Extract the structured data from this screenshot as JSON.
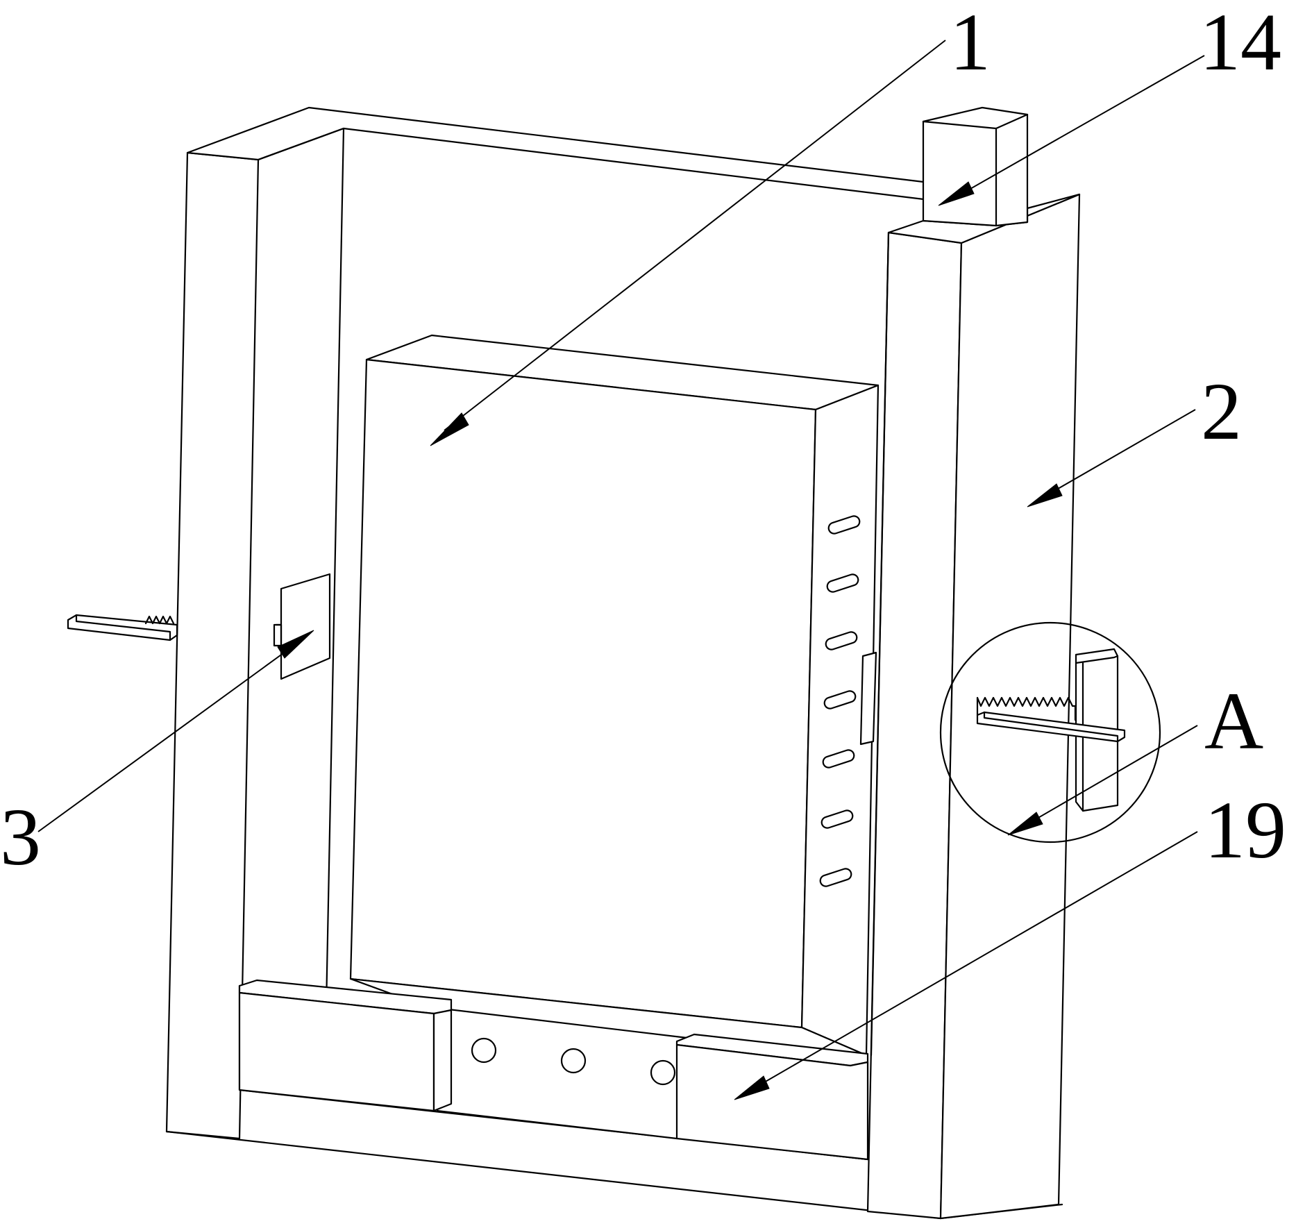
{
  "labels": {
    "part_1": "1",
    "part_14": "14",
    "part_2": "2",
    "part_3": "3",
    "detail_a": "A",
    "part_19": "19"
  }
}
